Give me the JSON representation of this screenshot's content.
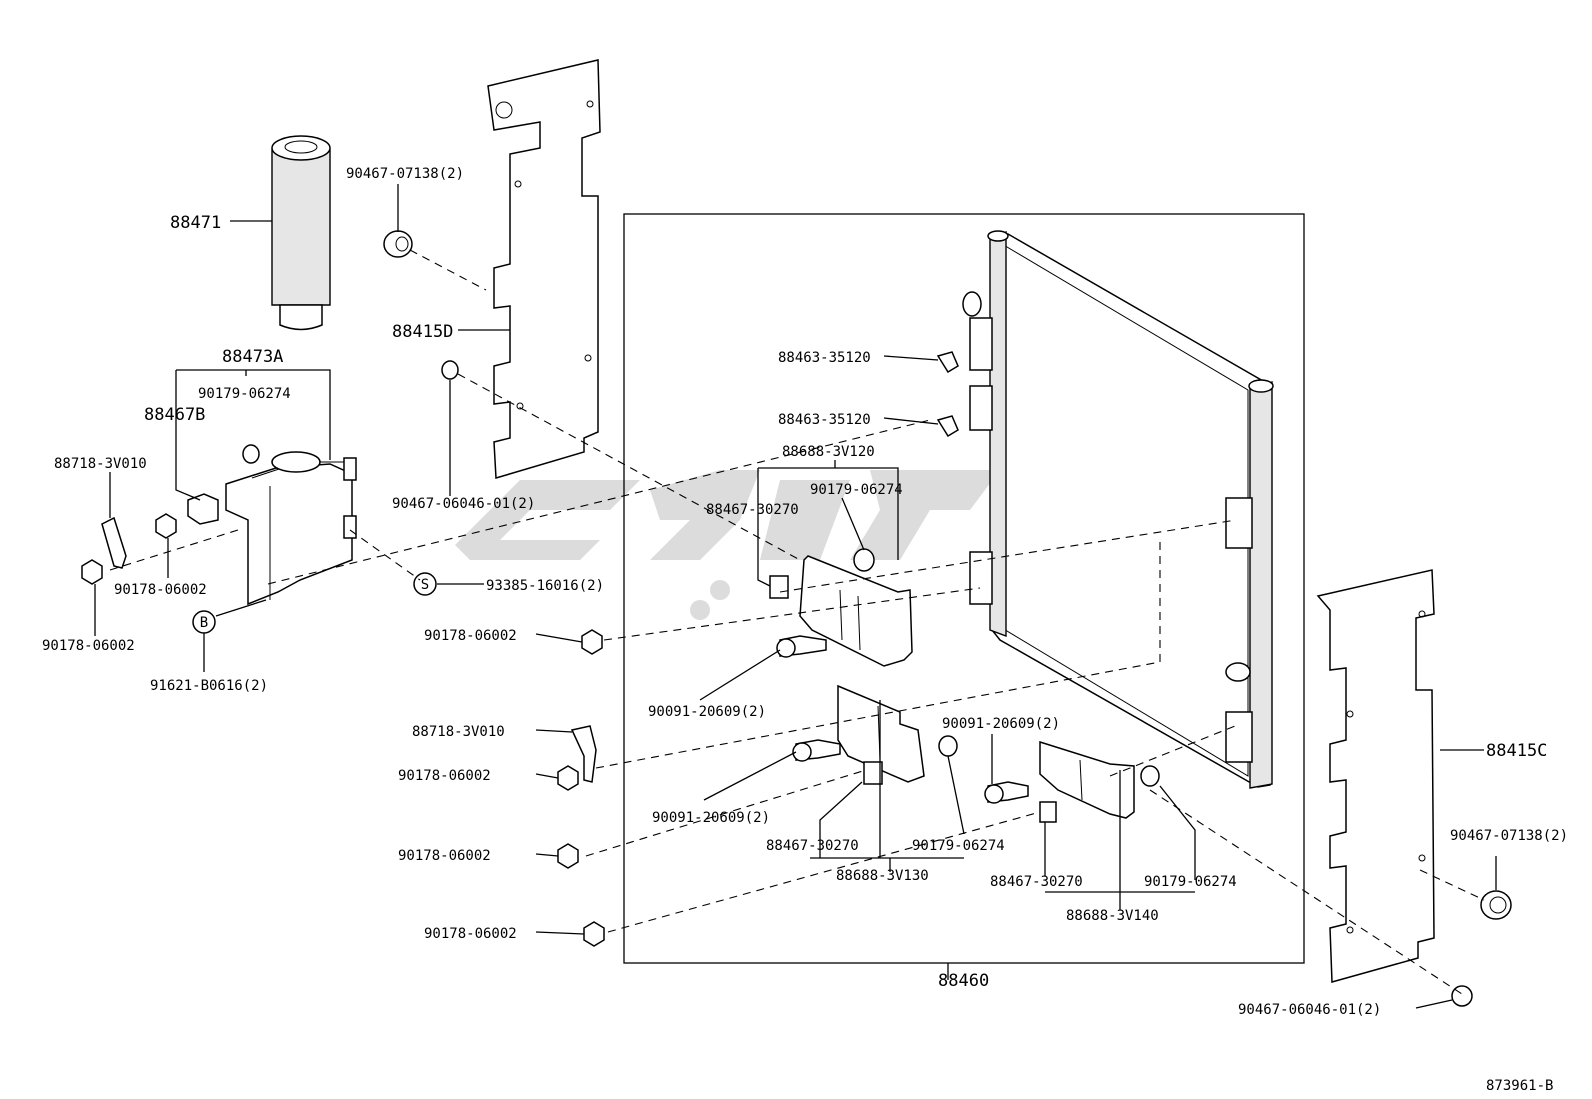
{
  "diagram_id": "873961-B",
  "labels": {
    "p88471": "88471",
    "p88473A": "88473A",
    "p88467B": "88467B",
    "p90179_a": "90179-06274",
    "p88718_a": "88718-3V010",
    "p90178_a": "90178-06002",
    "p90178_b": "90178-06002",
    "p91621": "91621-B0616(2)",
    "p93385": "93385-16016(2)",
    "p90467_07138_a": "90467-07138(2)",
    "p88415D": "88415D",
    "p90467_06046_a": "90467-06046-01(2)",
    "p88463_a": "88463-35120",
    "p88463_b": "88463-35120",
    "p88688_3V120": "88688-3V120",
    "p90179_b": "90179-06274",
    "p88467_30270_a": "88467-30270",
    "p90178_c": "90178-06002",
    "p90091_a": "90091-20609(2)",
    "p88718_b": "88718-3V010",
    "p90178_d": "90178-06002",
    "p90091_b": "90091-20609(2)",
    "p90091_c": "90091-20609(2)",
    "p90178_e": "90178-06002",
    "p88467_30270_b": "88467-30270",
    "p90179_c": "90179-06274",
    "p88688_3V130": "88688-3V130",
    "p90178_f": "90178-06002",
    "p88467_30270_c": "88467-30270",
    "p90179_d": "90179-06274",
    "p88688_3V140": "88688-3V140",
    "p88460": "88460",
    "p88415C": "88415C",
    "p90467_07138_b": "90467-07138(2)",
    "p90467_06046_b": "90467-06046-01(2)",
    "mark_s": "S",
    "mark_b": "B"
  }
}
